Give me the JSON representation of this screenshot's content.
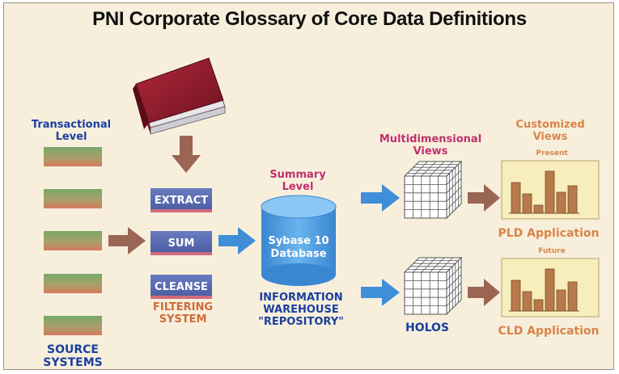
{
  "title": "PNI Corporate Glossary of Core Data Definitions",
  "transactional": {
    "line1": "Transactional",
    "line2": "Level"
  },
  "source_systems": {
    "line1": "SOURCE",
    "line2": "SYSTEMS"
  },
  "filters": {
    "extract": "EXTRACT",
    "sum": "SUM",
    "cleanse": "CLEANSE"
  },
  "filtering_system": {
    "line1": "FILTERING",
    "line2": "SYSTEM"
  },
  "summary_level": {
    "line1": "Summary",
    "line2": "Level"
  },
  "database": {
    "line1": "Sybase 10",
    "line2": "Database"
  },
  "warehouse": {
    "line1": "INFORMATION",
    "line2": "WAREHOUSE",
    "line3": "\"REPOSITORY\""
  },
  "multidim": {
    "line1": "Multidimensional",
    "line2": "Views"
  },
  "holos": "HOLOS",
  "customized": {
    "line1": "Customized",
    "line2": "Views"
  },
  "present": "Present",
  "future": "Future",
  "pld_app": "PLD Application",
  "cld_app": "CLD Application",
  "colors": {
    "background": "#f7efdc",
    "blue_label": "#1a3fa0",
    "magenta_label": "#c0306e",
    "orange_label": "#d9844a",
    "arrow_blue": "#3f8fd8",
    "arrow_brown": "#9b6553",
    "source_bar_top": "#7aa86a",
    "source_bar_bottom": "#d57a5f",
    "filter_box": "#5c6fb4",
    "database_blue": "#4f9ee0",
    "chart_panel": "#f7eebb",
    "chart_bar": "#b87a4a"
  }
}
